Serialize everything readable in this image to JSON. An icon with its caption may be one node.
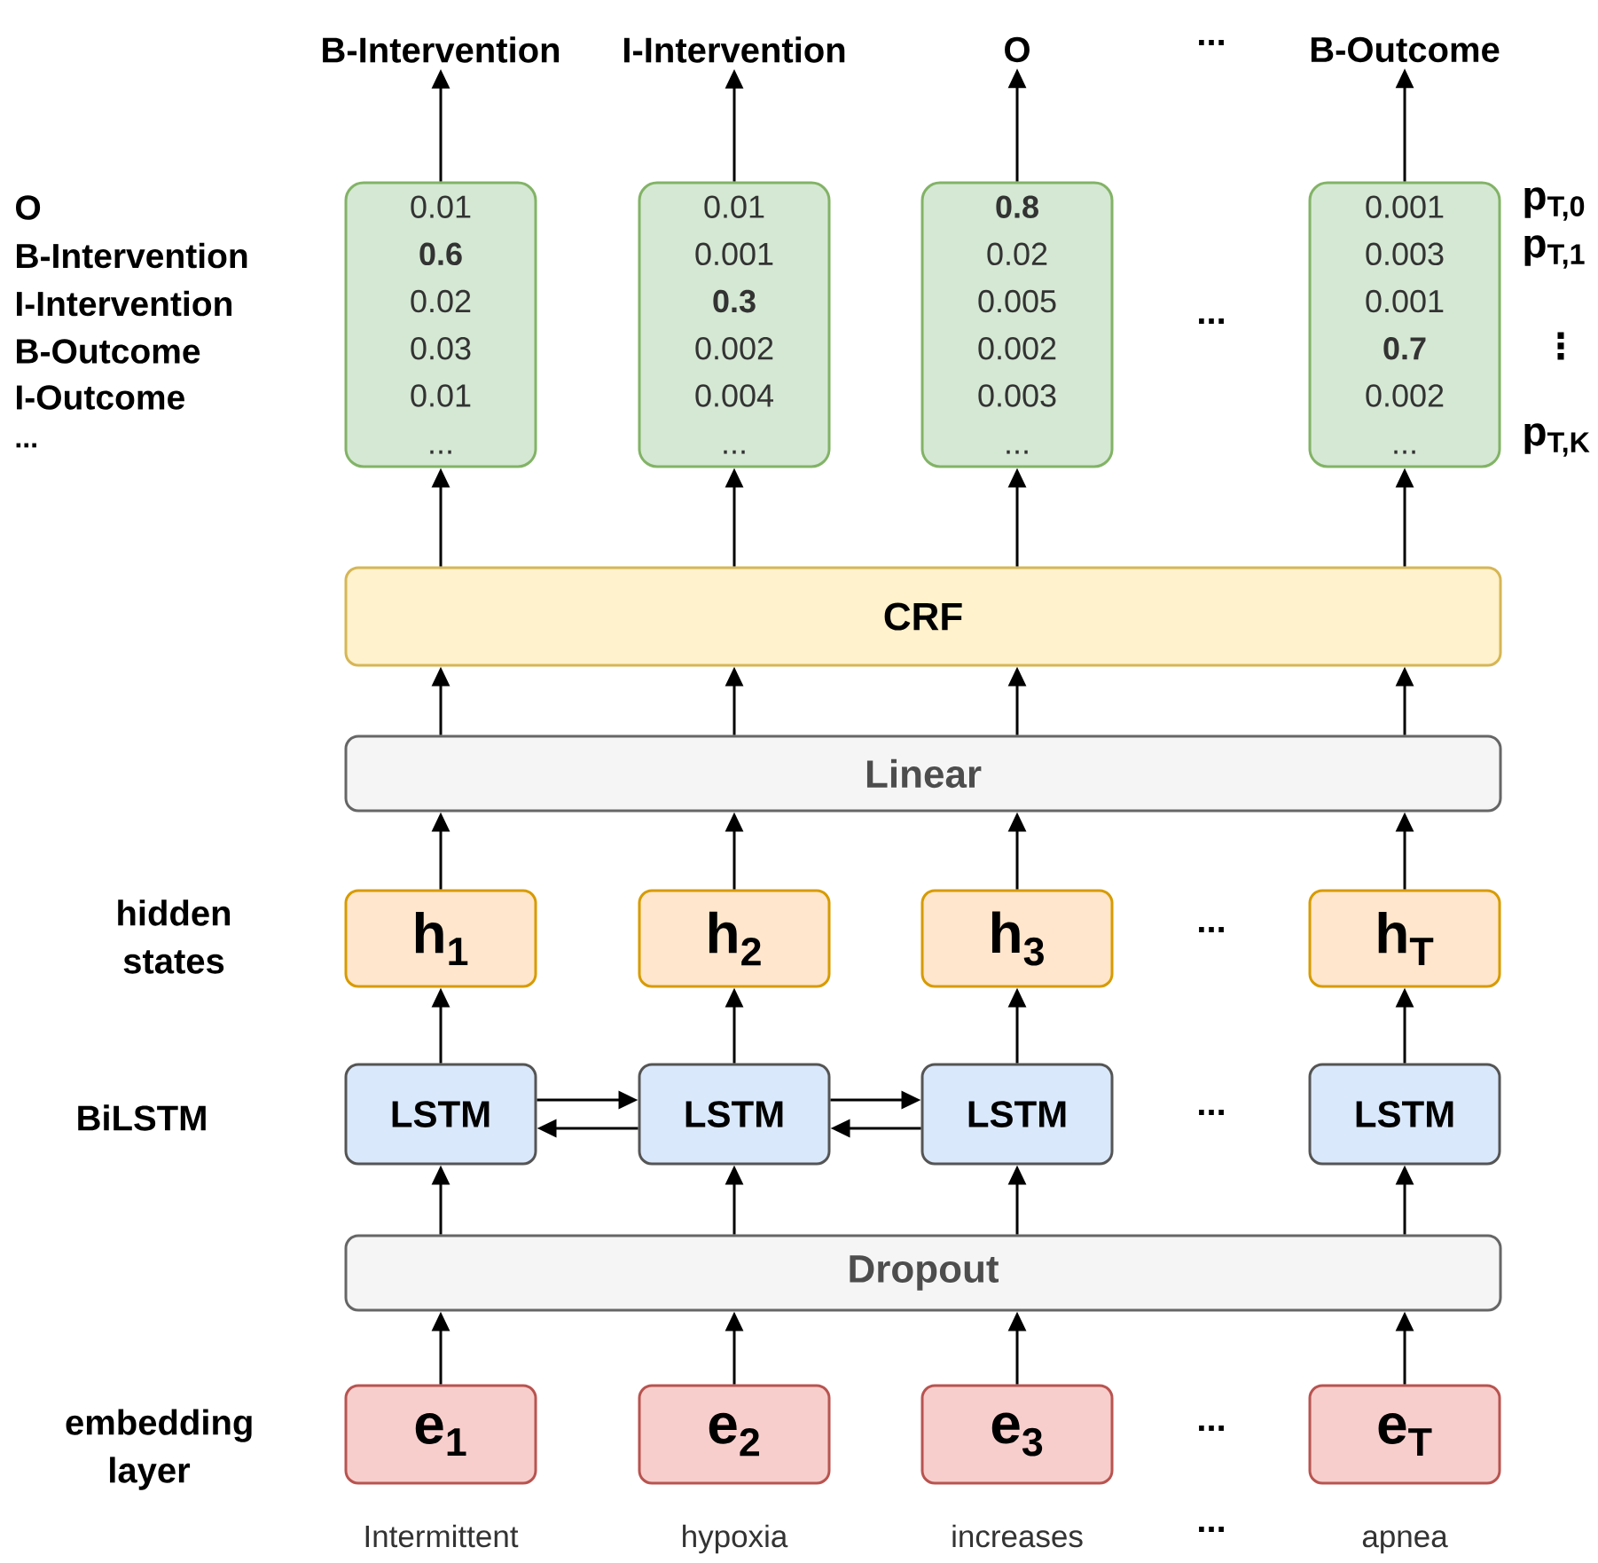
{
  "diagram": {
    "nodes": [
      {
        "text": [
          "B-Intervention"
        ]
      },
      {
        "text": [
          "I-Intervention"
        ]
      },
      {
        "text": [
          "O"
        ]
      },
      {
        "text": [
          "B-Outcome"
        ]
      },
      {
        "text": [
          "0.01",
          "**0.6**",
          "0.02",
          "0.03",
          "0.01",
          "..."
        ]
      },
      {
        "text": [
          "0.01",
          "0.001",
          "**0.3**",
          "0.002",
          "0.004",
          "..."
        ]
      },
      {
        "text": [
          "**0.8**",
          "0.02",
          "0.005",
          "0.002",
          "0.003",
          "..."
        ]
      },
      {
        "text": [
          "0.001",
          "0.003",
          "0.001",
          "**0.7**",
          "0.002",
          "..."
        ]
      },
      {
        "text": [
          "CRF"
        ]
      },
      {
        "text": [
          "Linear"
        ]
      },
      {
        "text": [
          "h$_{1}$"
        ]
      },
      {
        "text": [
          "h$_{2}$"
        ]
      },
      {
        "text": [
          "h$_{3}$"
        ]
      },
      {
        "text": [
          "h$_{T}$"
        ]
      },
      {
        "text": [
          "LSTM"
        ]
      },
      {
        "text": [
          "LSTM"
        ]
      },
      {
        "text": [
          "LSTM"
        ]
      },
      {
        "text": [
          "LSTM"
        ]
      },
      {
        "text": [
          "Dropout"
        ]
      },
      {
        "text": [
          "e$_{1}$"
        ],
        "beside": [
          "Intermittent"
        ]
      },
      {
        "text": [
          "e$_{2}$"
        ],
        "beside": [
          "hypoxia"
        ]
      },
      {
        "text": [
          "e$_{3}$"
        ],
        "beside": [
          "increases"
        ]
      },
      {
        "text": [
          "e$_{T}$"
        ],
        "beside": [
          "apnea"
        ]
      }
    ],
    "edges": [
      {
        "from": 4,
        "to": 0,
        "arrow": "to"
      },
      {
        "from": 5,
        "to": 1,
        "arrow": "to"
      },
      {
        "from": 6,
        "to": 2,
        "arrow": "to"
      },
      {
        "from": 7,
        "to": 3,
        "arrow": "to"
      },
      {
        "from": 8,
        "to": 4,
        "arrow": "to"
      },
      {
        "from": 8,
        "to": 5,
        "arrow": "to"
      },
      {
        "from": 8,
        "to": 6,
        "arrow": "to"
      },
      {
        "from": 8,
        "to": 7,
        "arrow": "to"
      },
      {
        "from": 9,
        "to": 8,
        "arrow": "to"
      },
      {
        "from": 9,
        "to": 8,
        "arrow": "to"
      },
      {
        "from": 9,
        "to": 8,
        "arrow": "to"
      },
      {
        "from": 9,
        "to": 8,
        "arrow": "to"
      },
      {
        "from": 10,
        "to": 9,
        "arrow": "to"
      },
      {
        "from": 11,
        "to": 9,
        "arrow": "to"
      },
      {
        "from": 12,
        "to": 9,
        "arrow": "to"
      },
      {
        "from": 13,
        "to": 9,
        "arrow": "to"
      },
      {
        "from": 14,
        "to": 10,
        "arrow": "to"
      },
      {
        "from": 15,
        "to": 11,
        "arrow": "to"
      },
      {
        "from": 16,
        "to": 12,
        "arrow": "to"
      },
      {
        "from": 17,
        "to": 13,
        "arrow": "to"
      },
      {
        "from": 14,
        "to": 15,
        "arrow": "to"
      },
      {
        "from": 15,
        "to": 14,
        "arrow": "to"
      },
      {
        "from": 15,
        "to": 16,
        "arrow": "to"
      },
      {
        "from": 16,
        "to": 15,
        "arrow": "to"
      },
      {
        "from": 18,
        "to": 14,
        "arrow": "to"
      },
      {
        "from": 18,
        "to": 15,
        "arrow": "to"
      },
      {
        "from": 18,
        "to": 16,
        "arrow": "to"
      },
      {
        "from": 18,
        "to": 17,
        "arrow": "to"
      },
      {
        "from": 19,
        "to": 18,
        "arrow": "to"
      },
      {
        "from": 20,
        "to": 18,
        "arrow": "to"
      },
      {
        "from": 21,
        "to": 18,
        "arrow": "to"
      },
      {
        "from": 22,
        "to": 18,
        "arrow": "to"
      }
    ],
    "labels": [
      "...",
      "O",
      "B-Intervention",
      "I-Intervention",
      "B-Outcome",
      "I-Outcome",
      "...",
      "...",
      "p$_{T,0}$",
      "p$_{T,1}$",
      "⋮",
      "p$_{T,K}$",
      "hidden states",
      "...",
      "BiLSTM",
      "...",
      "embedding layer",
      "...",
      "..."
    ]
  }
}
